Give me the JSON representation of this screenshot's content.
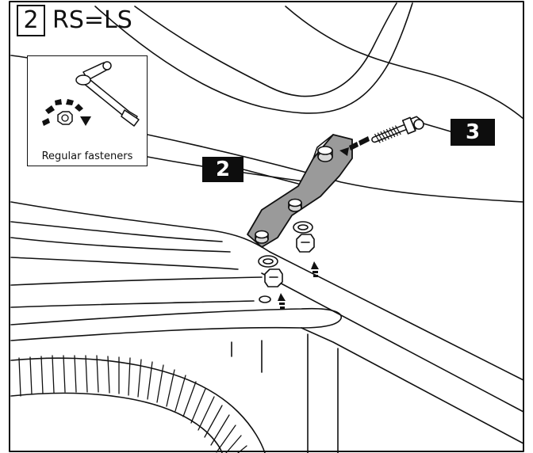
{
  "step": {
    "number": "2",
    "title": "RS=LS"
  },
  "inset": {
    "caption": "Regular fasteners",
    "tool_icon": "ratchet-wrench-icon",
    "rotation_icon": "clockwise-nut-icon"
  },
  "callouts": [
    {
      "label": "2",
      "target": "bracket"
    },
    {
      "label": "3",
      "target": "bolt"
    }
  ],
  "colors": {
    "line": "#111111",
    "bracket_fill": "#9a9a9a",
    "callout_bg": "#0d0d0d",
    "callout_text": "#ffffff"
  }
}
